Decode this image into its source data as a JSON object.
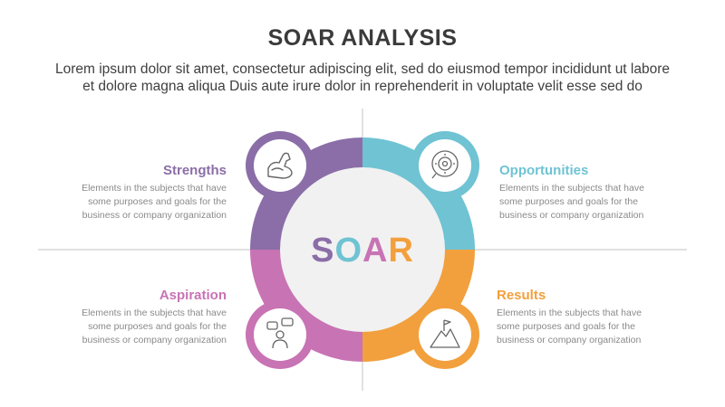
{
  "header": {
    "title": "SOAR ANALYSIS",
    "subtitle_line1": "Lorem ipsum dolor sit amet, consectetur adipiscing elit, sed do eiusmod tempor incididunt ut labore",
    "subtitle_line2": "et dolore magna aliqua Duis aute irure dolor in reprehenderit in voluptate velit esse sed do"
  },
  "center": {
    "letters": [
      {
        "char": "S",
        "color": "#8b6ea8"
      },
      {
        "char": "O",
        "color": "#6fc3d3"
      },
      {
        "char": "A",
        "color": "#c873b4"
      },
      {
        "char": "R",
        "color": "#f2a03d"
      }
    ]
  },
  "colors": {
    "strengths": "#8b6ea8",
    "opportunities": "#6fc3d3",
    "aspiration": "#c873b4",
    "results": "#f2a03d",
    "center_fill": "#f1f1f1",
    "divider": "#cfcfcf"
  },
  "quadrants": {
    "strengths": {
      "title": "Strengths",
      "line1": "Elements in the subjects that have",
      "line2": "some purposes and goals for the",
      "line3": "business or company organization",
      "icon": "flexed-arm-icon"
    },
    "opportunities": {
      "title": "Opportunities",
      "line1": "Elements in the subjects that have",
      "line2": "some purposes and goals for the",
      "line3": "business or company organization",
      "icon": "target-gear-icon"
    },
    "aspiration": {
      "title": "Aspiration",
      "line1": "Elements in the subjects that have",
      "line2": "some purposes and goals for the",
      "line3": "business or company organization",
      "icon": "person-chat-icon"
    },
    "results": {
      "title": "Results",
      "line1": "Elements in the subjects that have",
      "line2": "some purposes and goals for the",
      "line3": "business or company organization",
      "icon": "mountain-flag-icon"
    }
  }
}
